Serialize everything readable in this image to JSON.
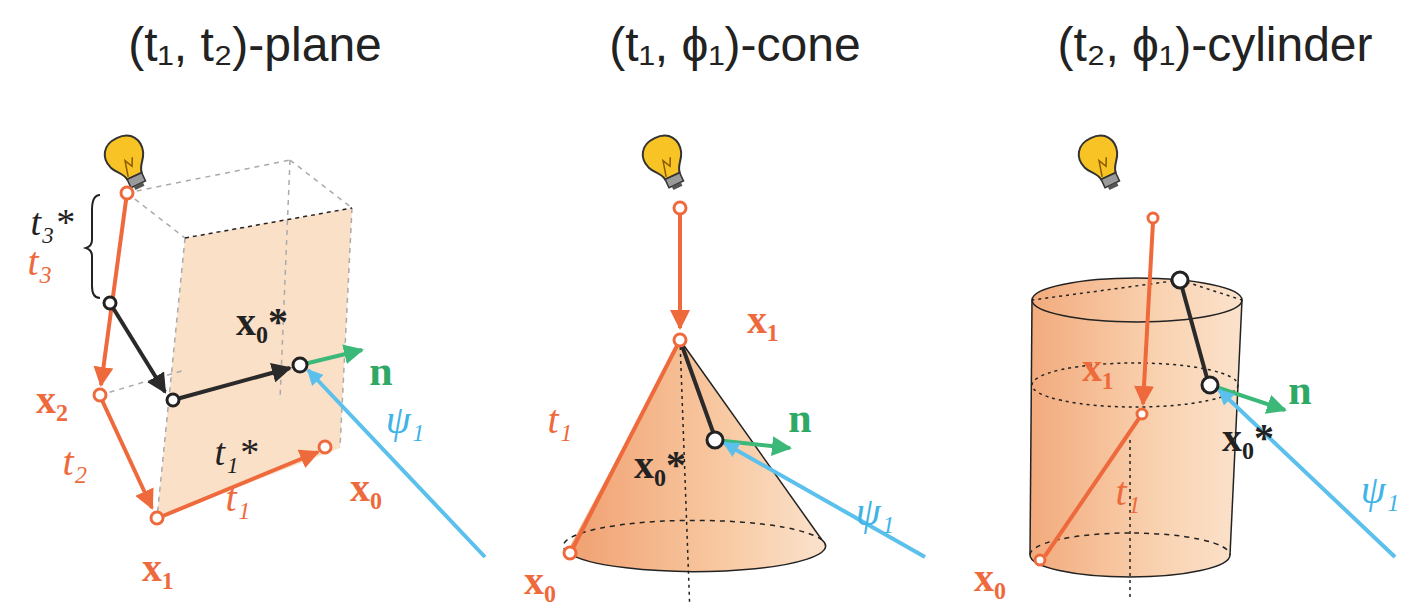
{
  "diagram": {
    "labels": [
      "(t₁, t₂)-plane",
      "t₃*",
      "t₃",
      "x₂",
      "x₀*",
      "n",
      "t₁*",
      "ψ₁",
      "t₂",
      "x₀",
      "t₁",
      "x₁",
      "(t₁, ϕ₁)-cone",
      "x₁",
      "t₁",
      "n",
      "x₀*",
      "ψ₁",
      "x₀",
      "(t₂, ϕ₁)-cylinder",
      "x₁",
      "x₀*",
      "n",
      "t₁",
      "ψ₁",
      "x₀"
    ]
  }
}
